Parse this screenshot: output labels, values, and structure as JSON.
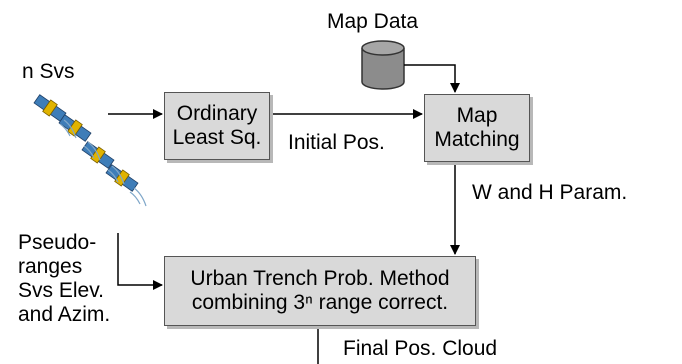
{
  "labels": {
    "map_data": "Map Data",
    "n_svs": "n Svs",
    "initial_pos": "Initial Pos.",
    "w_h_param": "W and H Param.",
    "final_pos": "Final Pos. Cloud",
    "inputs": [
      "Pseudo-",
      "ranges",
      "Svs Elev.",
      "and Azim."
    ]
  },
  "boxes": {
    "ols": [
      "Ordinary",
      "Least Sq."
    ],
    "map_matching": [
      "Map",
      "Matching"
    ],
    "urban_trench": [
      "Urban Trench Prob. Method",
      "combining 3ⁿ range correct."
    ]
  },
  "colors": {
    "box_fill": "#d9d9d9",
    "cylinder_fill": "#8c8c8c",
    "satellite_body": "#e0b300",
    "satellite_panel": "#3e7db8"
  }
}
